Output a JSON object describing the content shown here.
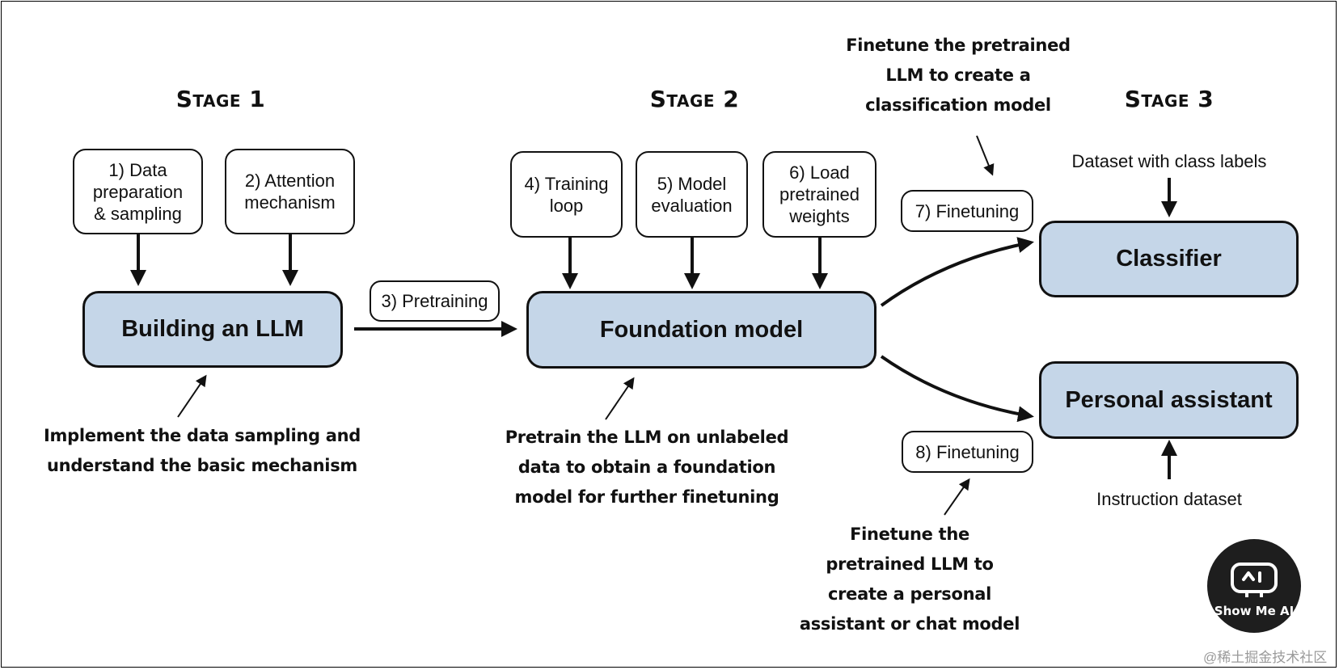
{
  "stages": {
    "stage1": "Stage 1",
    "stage2": "Stage 2",
    "stage3": "Stage 3"
  },
  "steps": {
    "s1": "1) Data\npreparation\n& sampling",
    "s2": "2) Attention\nmechanism",
    "s3": "3) Pretraining",
    "s4": "4) Training\nloop",
    "s5": "5) Model\nevaluation",
    "s6": "6) Load\npretrained\nweights",
    "s7": "7) Finetuning",
    "s8": "8) Finetuning"
  },
  "models": {
    "building": "Building an LLM",
    "foundation": "Foundation model",
    "classifier": "Classifier",
    "assistant": "Personal assistant"
  },
  "notes": {
    "stage1": "Implement the data sampling and\nunderstand the basic mechanism",
    "stage2": "Pretrain the LLM on unlabeled\ndata to obtain a foundation\nmodel for further finetuning",
    "classification": "Finetune the pretrained\nLLM to create a\nclassification model",
    "assistant": "Finetune the\npretrained LLM to\ncreate a personal\nassistant or chat model"
  },
  "inputs": {
    "class_labels": "Dataset with class labels",
    "instruction": "Instruction dataset"
  },
  "badge": {
    "label": "Show Me AI",
    "icon": "robot-face-icon"
  },
  "watermark": "@稀土掘金技术社区"
}
